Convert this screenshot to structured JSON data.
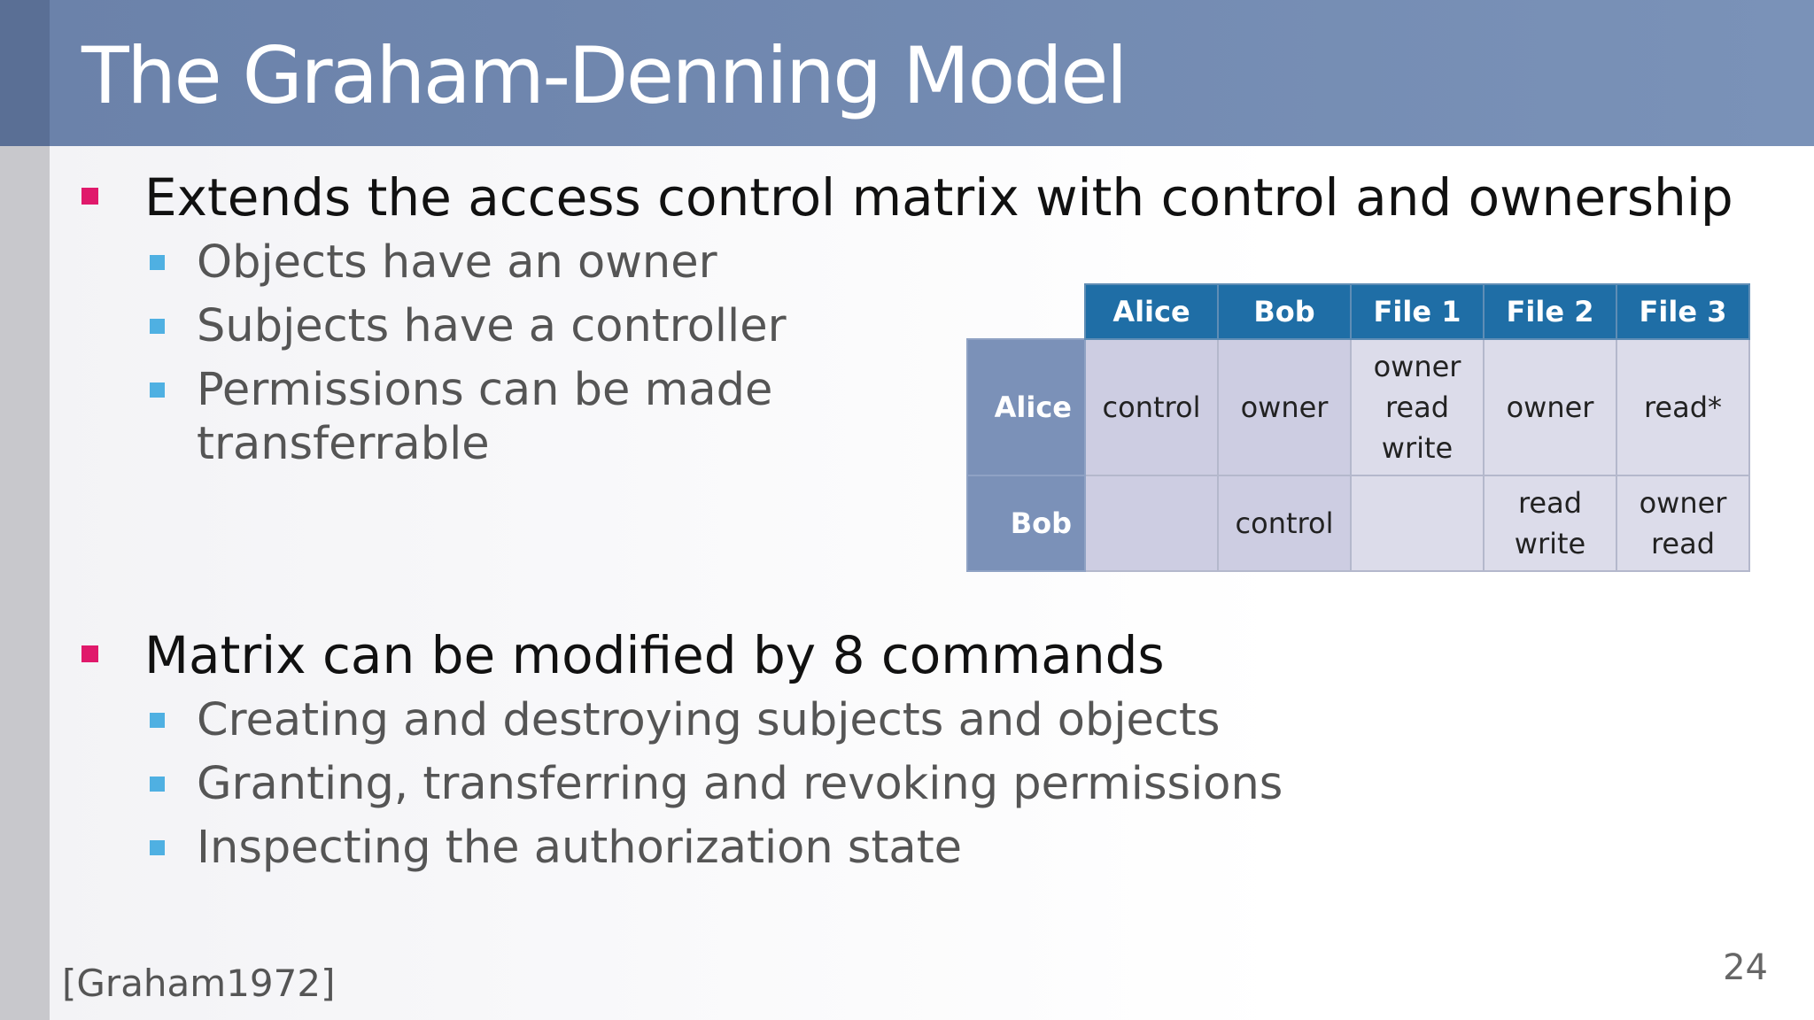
{
  "title": "The Graham-Denning Model",
  "bullets": [
    {
      "text": "Extends the access control matrix with control and ownership",
      "sub": [
        "Objects have an owner",
        "Subjects have a controller",
        "Permissions can be made",
        "transferrable"
      ]
    },
    {
      "text": "Matrix can be modified by 8 commands",
      "sub": [
        "Creating and destroying subjects and objects",
        "Granting, transferring and revoking permissions",
        "Inspecting the authorization state"
      ]
    }
  ],
  "matrix": {
    "columns": [
      "Alice",
      "Bob",
      "File 1",
      "File 2",
      "File 3"
    ],
    "rows": [
      {
        "label": "Alice",
        "cells": [
          [
            "control"
          ],
          [
            "owner"
          ],
          [
            "owner",
            "read",
            "write"
          ],
          [
            "owner"
          ],
          [
            "read*"
          ]
        ]
      },
      {
        "label": "Bob",
        "cells": [
          [],
          [
            "control"
          ],
          [],
          [
            "read",
            "write"
          ],
          [
            "owner",
            "read"
          ]
        ]
      }
    ]
  },
  "citation": "[Graham1972]",
  "page_number": "24",
  "colors": {
    "title_bar": "#7088b0",
    "bullet_primary": "#e0196b",
    "bullet_secondary": "#4fb0e2",
    "table_header": "#1f6ea6",
    "row_header": "#7b91b8"
  }
}
